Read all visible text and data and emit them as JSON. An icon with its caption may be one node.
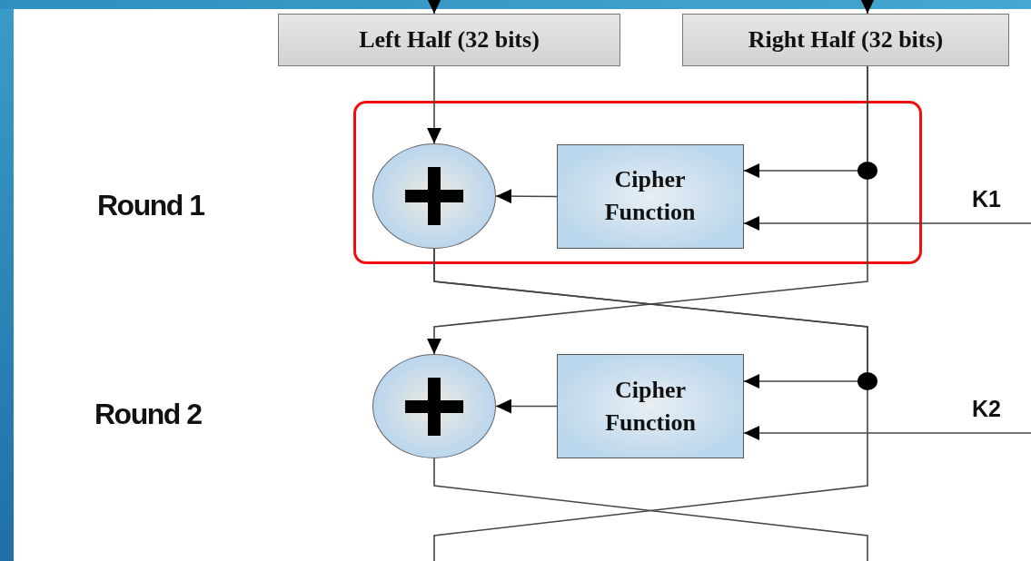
{
  "diagram": {
    "nodes": [
      {
        "text": [
          "Left Half (32 bits)"
        ]
      },
      {
        "text": [
          "Right Half (32 bits)"
        ]
      },
      {
        "text": [],
        "shape": "box"
      },
      {
        "text": [],
        "shape": "circle",
        "in": 2
      },
      {
        "text": [
          "Cipher Function"
        ],
        "in": 2
      },
      {
        "text": [
          "K1"
        ]
      },
      {
        "text": [],
        "shape": "circle"
      },
      {
        "text": [
          "Cipher Function"
        ]
      },
      {
        "text": [
          "K2"
        ]
      }
    ],
    "edges": [
      {
        "from": null,
        "to": 0,
        "arrow": "to"
      },
      {
        "from": null,
        "to": 1,
        "arrow": "to"
      },
      {
        "from": 0,
        "to": 3,
        "arrow": "to"
      },
      {
        "from": 1,
        "to": 4,
        "arrow": "to"
      },
      {
        "from": 1,
        "to": 6,
        "arrow": "to"
      },
      {
        "from": 5,
        "to": 4,
        "arrow": "to"
      },
      {
        "from": 4,
        "to": 3,
        "arrow": "to"
      },
      {
        "from": 3,
        "to": 7,
        "arrow": "to"
      },
      {
        "from": 3,
        "to": null,
        "arrow": "none"
      },
      {
        "from": 8,
        "to": 7,
        "arrow": "to"
      },
      {
        "from": 7,
        "to": 6,
        "arrow": "to"
      },
      {
        "from": 6,
        "to": null,
        "arrow": "none"
      }
    ],
    "labels": [
      "Round 1",
      "Round 2"
    ]
  }
}
